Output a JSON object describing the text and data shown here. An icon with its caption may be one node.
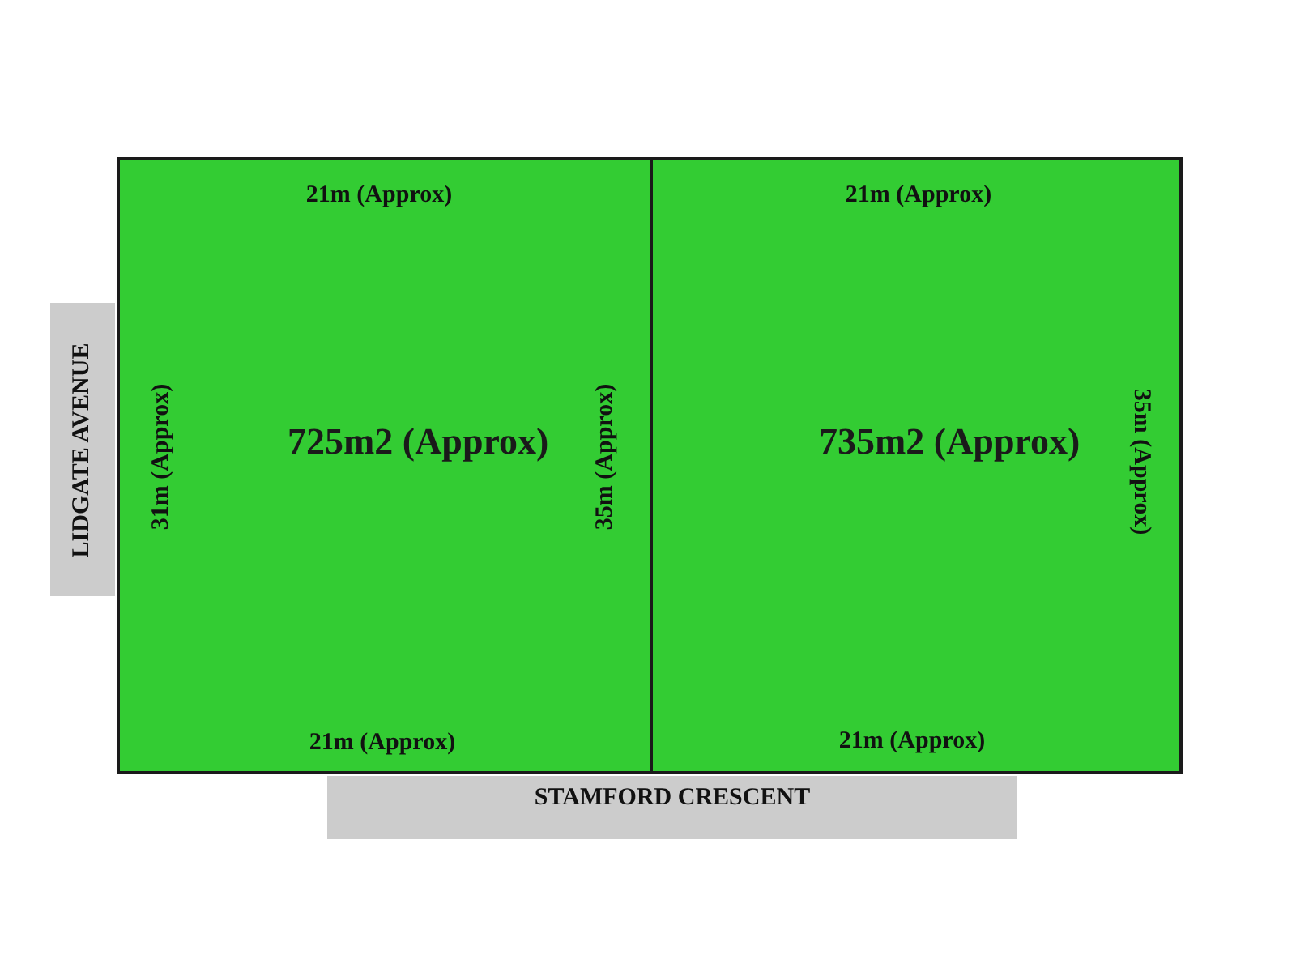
{
  "diagram": {
    "nodes": [
      {
        "text": [
          "725m2 (Approx)"
        ]
      },
      {
        "text": [
          "735m2 (Approx)"
        ]
      },
      {
        "text": [
          "LIDGATE AVENUE"
        ]
      },
      {
        "text": [
          "STAMFORD CRESCENT"
        ]
      }
    ],
    "labels": [
      "21m (Approx)",
      "21m (Approx)",
      "31m (Approx)",
      "35m (Approx)",
      "35m (Approx)",
      "21m (Approx)",
      "21m (Approx)"
    ]
  }
}
